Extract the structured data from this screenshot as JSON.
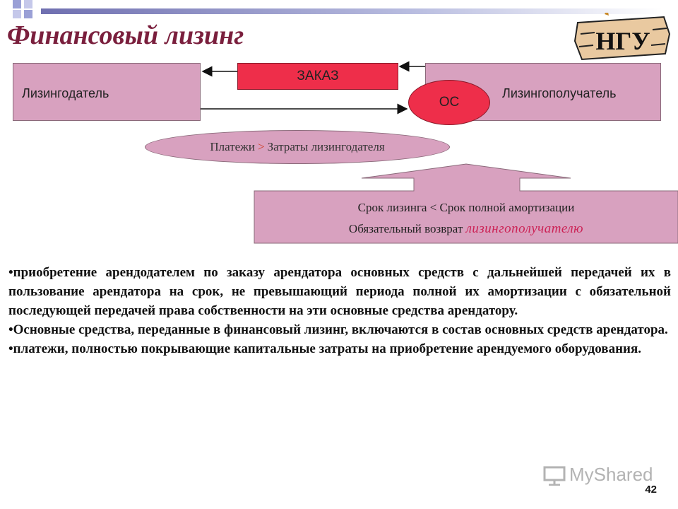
{
  "title": "Финансовый лизинг",
  "diagram": {
    "lessor_label": "Лизингодатель",
    "lessee_label": "Лизингополучатель",
    "order_label": "ЗАКАЗ",
    "asset_label": "ОС",
    "payments": {
      "left": "Платежи",
      "sign": ">",
      "right": "Затраты лизингодателя"
    },
    "callout_line1": "Срок лизинга < Срок полной амортизации",
    "callout_line2_prefix": "Обязательный возврат",
    "callout_line2_emph": "лизингополучателю"
  },
  "bullets": [
    "•приобретение арендодателем по заказу арендатора основных средств с дальнейшей передачей их в пользование арендатора на срок, не превышающий периода полной их амортизации с обязательной последующей передачей права собственности на эти основные средства арендатору.",
    "•Основные средства, переданные в финансовый лизинг, включаются в состав основных средств арендатора.",
    "•платежи, полностью покрывающие капитальные затраты на приобретение арендуемого оборудования."
  ],
  "page_number": "42",
  "watermark": "MyShared",
  "logo_text": "НГУ",
  "colors": {
    "title": "#7a1f3d",
    "box": "#d8a1bf",
    "accent_red": "#ee2e4a"
  }
}
